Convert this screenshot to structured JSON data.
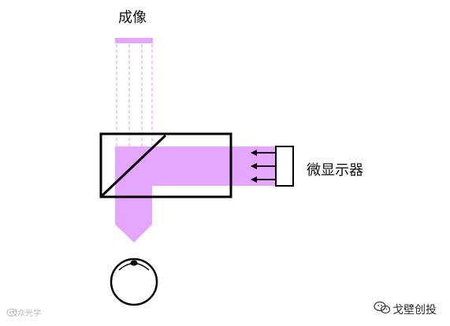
{
  "labels": {
    "imaging": "成像",
    "micro_display": "微显示器"
  },
  "watermarks": {
    "left_text": "大众光学",
    "right_text": "戈壁创投"
  },
  "icons": {
    "left": "weibo-logo-icon",
    "right": "wechat-logo-icon"
  },
  "colors": {
    "light_path": "#e5a6ff",
    "outline": "#000000",
    "background": "#ffffff",
    "watermark_gray": "#b9b9b9"
  }
}
